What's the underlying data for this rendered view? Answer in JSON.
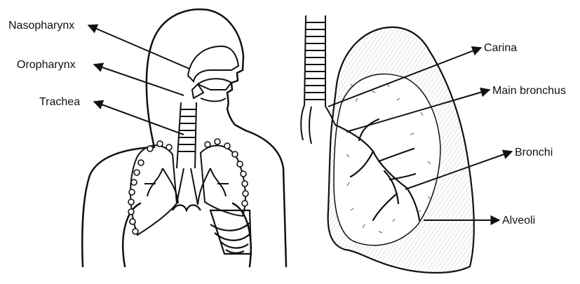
{
  "labels": {
    "nasopharynx": "Nasopharynx",
    "oropharynx": "Oropharynx",
    "trachea": "Trachea",
    "carina": "Carina",
    "main_bronchus": "Main bronchus",
    "bronchi": "Bronchi",
    "alveoli": "Alveoli"
  },
  "colors": {
    "line": "#111111",
    "background": "#ffffff"
  }
}
